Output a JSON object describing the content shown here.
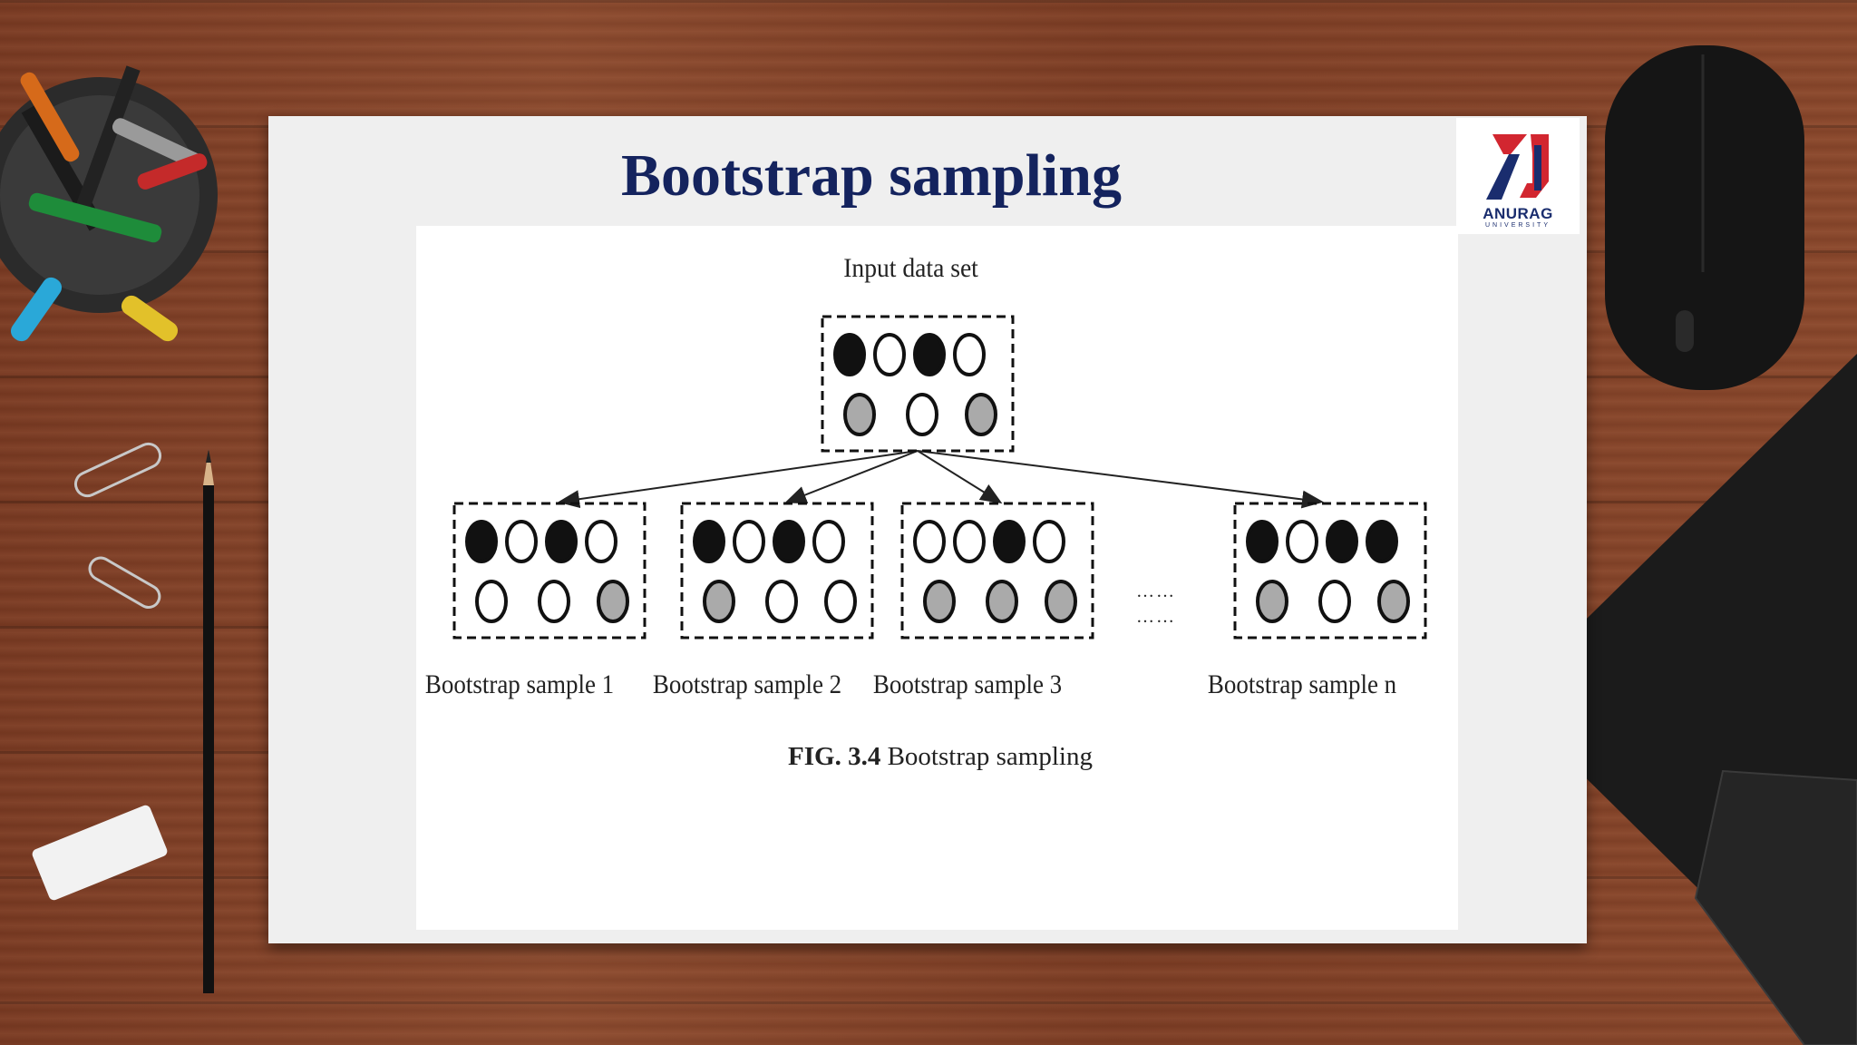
{
  "slide": {
    "title": "Bootstrap sampling",
    "logo": {
      "name": "ANURAG",
      "sub": "UNIVERSITY",
      "colors": {
        "red": "#d22630",
        "navy": "#1a2d6e"
      }
    }
  },
  "diagram": {
    "input_label": "Input data set",
    "input_set": [
      [
        "black",
        "white",
        "black",
        "white"
      ],
      [
        "gray",
        "white",
        "gray"
      ]
    ],
    "samples": [
      {
        "label": "Bootstrap sample 1",
        "rows": [
          [
            "black",
            "white",
            "black",
            "white"
          ],
          [
            "white",
            "white",
            "gray"
          ]
        ]
      },
      {
        "label": "Bootstrap sample 2",
        "rows": [
          [
            "black",
            "white",
            "black",
            "white"
          ],
          [
            "gray",
            "white",
            "white"
          ]
        ]
      },
      {
        "label": "Bootstrap sample 3",
        "rows": [
          [
            "white",
            "white",
            "black",
            "white"
          ],
          [
            "gray",
            "gray",
            "gray"
          ]
        ]
      },
      {
        "label": "Bootstrap sample n",
        "rows": [
          [
            "black",
            "white",
            "black",
            "black"
          ],
          [
            "gray",
            "white",
            "gray"
          ]
        ]
      }
    ],
    "ellipsis": "……",
    "caption_prefix": "FIG. 3.4",
    "caption_text": " Bootstrap sampling",
    "colors": {
      "black": "#111111",
      "white": "#ffffff",
      "gray": "#aaaaaa"
    }
  }
}
